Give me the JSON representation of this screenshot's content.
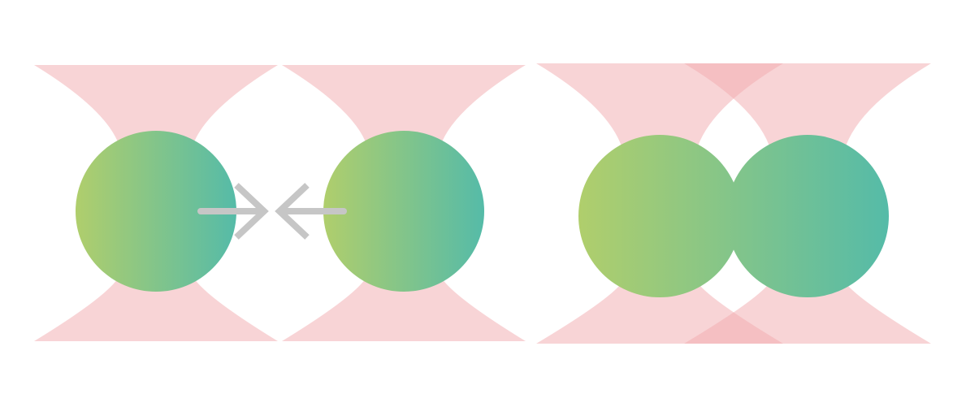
{
  "colors": {
    "background": "#ffffff",
    "cone_fill": "#f2a9ae",
    "cone_opacity": 0.5,
    "sphere_start": "#b0ce6c",
    "sphere_end": "#55bba8",
    "arrow": "#c6c6c6"
  },
  "panels": [
    {
      "name": "separated-spheres",
      "spheres": 2,
      "arrows": [
        "arrow-right-icon",
        "arrow-left-icon"
      ]
    },
    {
      "name": "touching-spheres",
      "spheres": 2,
      "arrows": []
    }
  ]
}
